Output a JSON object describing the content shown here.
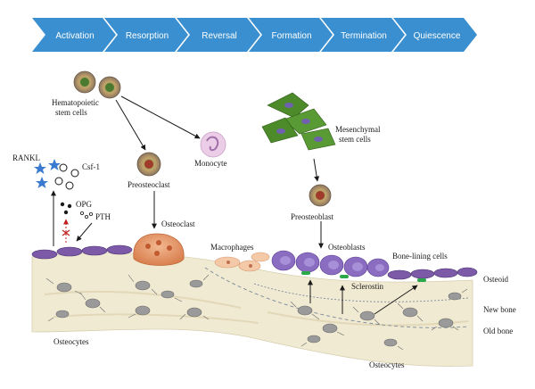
{
  "stages": [
    "Activation",
    "Resorption",
    "Reversal",
    "Formation",
    "Termination",
    "Quiescence"
  ],
  "labels": {
    "hsc_line1": "Hematopoietic",
    "hsc_line2": "stem cells",
    "monocyte": "Monocyte",
    "preosteoclast": "Preosteoclast",
    "osteoclast": "Osteoclast",
    "rankl": "RANKL",
    "csf1": "Csf-1",
    "opg": "OPG",
    "pth": "PTH",
    "msc_line1": "Mesenchymal",
    "msc_line2": "stem cells",
    "preosteoblast": "Preosteoblast",
    "macrophages": "Macrophages",
    "osteoblasts": "Osteoblasts",
    "bone_lining": "Bone-lining cells",
    "sclerostin": "Sclerostin",
    "osteoid": "Osteoid",
    "new_bone": "New bone",
    "old_bone": "Old bone",
    "osteocytes_left": "Osteocytes",
    "osteocytes_right": "Osteocytes"
  },
  "colors": {
    "chevron": "#3a8fd0",
    "bone": "#f1ead2",
    "lining_cell": "#7c5aa8",
    "osteoblast": "#8a6cc0",
    "osteoclast": "#e8a070",
    "sclerostin": "#2aa84a",
    "msc": "#4c8a2a",
    "rankl": "#3a7ad0"
  }
}
